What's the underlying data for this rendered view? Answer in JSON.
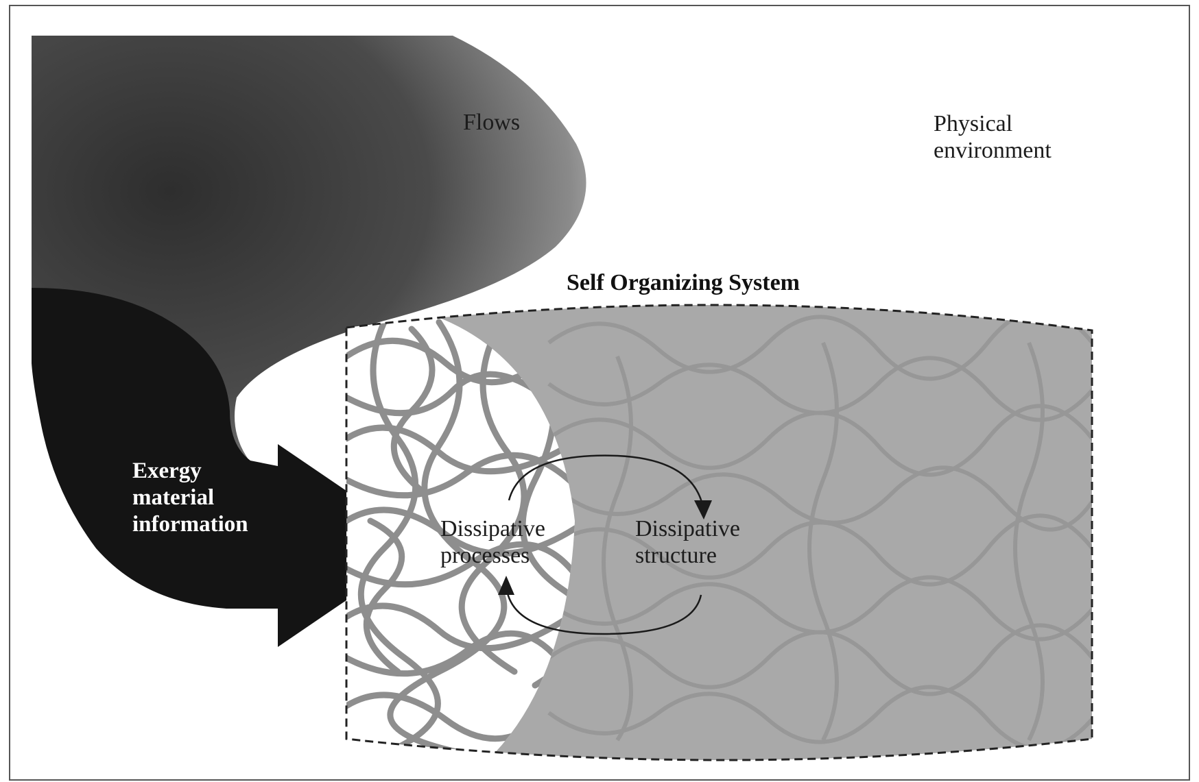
{
  "labels": {
    "flows": "Flows",
    "physical_environment_line1": "Physical",
    "physical_environment_line2": "environment",
    "system_title": "Self Organizing System",
    "input_line1": "Exergy",
    "input_line2": "material",
    "input_line3": "information",
    "processes_line1": "Dissipative",
    "processes_line2": "processes",
    "structure_line1": "Dissipative",
    "structure_line2": "structure"
  },
  "colors": {
    "flow_dark": "#3a3a3a",
    "arrow_black": "#141414",
    "system_fill": "#a9a9a9",
    "strand_gray": "#8e8e8e",
    "border": "#222222"
  }
}
